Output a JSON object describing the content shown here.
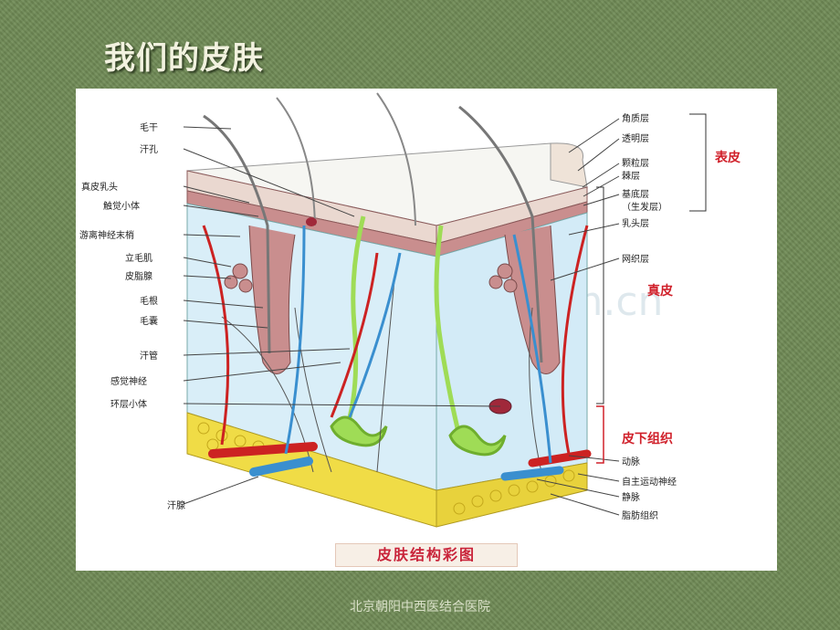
{
  "slide": {
    "title": "我们的皮肤",
    "footer": "北京朝阳中西医结合医院"
  },
  "diagram": {
    "caption": "皮肤结构彩图",
    "watermark": "www.zixin.com.cn",
    "left_labels": [
      "毛干",
      "汗孔",
      "真皮乳头",
      "触觉小体",
      "游离神经末梢",
      "立毛肌",
      "皮脂腺",
      "毛根",
      "毛囊",
      "汗管",
      "感觉神经",
      "环层小体",
      "汗腺"
    ],
    "right_labels": [
      "角质层",
      "透明层",
      "颗粒层",
      "棘层",
      "基底层",
      "（生发层）",
      "乳头层",
      "网织层",
      "动脉",
      "自主运动神经",
      "静脉",
      "脂肪组织"
    ],
    "region_labels": [
      "表皮",
      "真皮",
      "皮下组织"
    ],
    "colors": {
      "dermis": "#d9eef8",
      "epidermis_pink": "#c98e8e",
      "fat": "#f0dc46",
      "sweat_gland": "#9fdc56",
      "artery": "#cc2222",
      "vein": "#3a8fcf",
      "region_label": "#d0202a"
    }
  }
}
